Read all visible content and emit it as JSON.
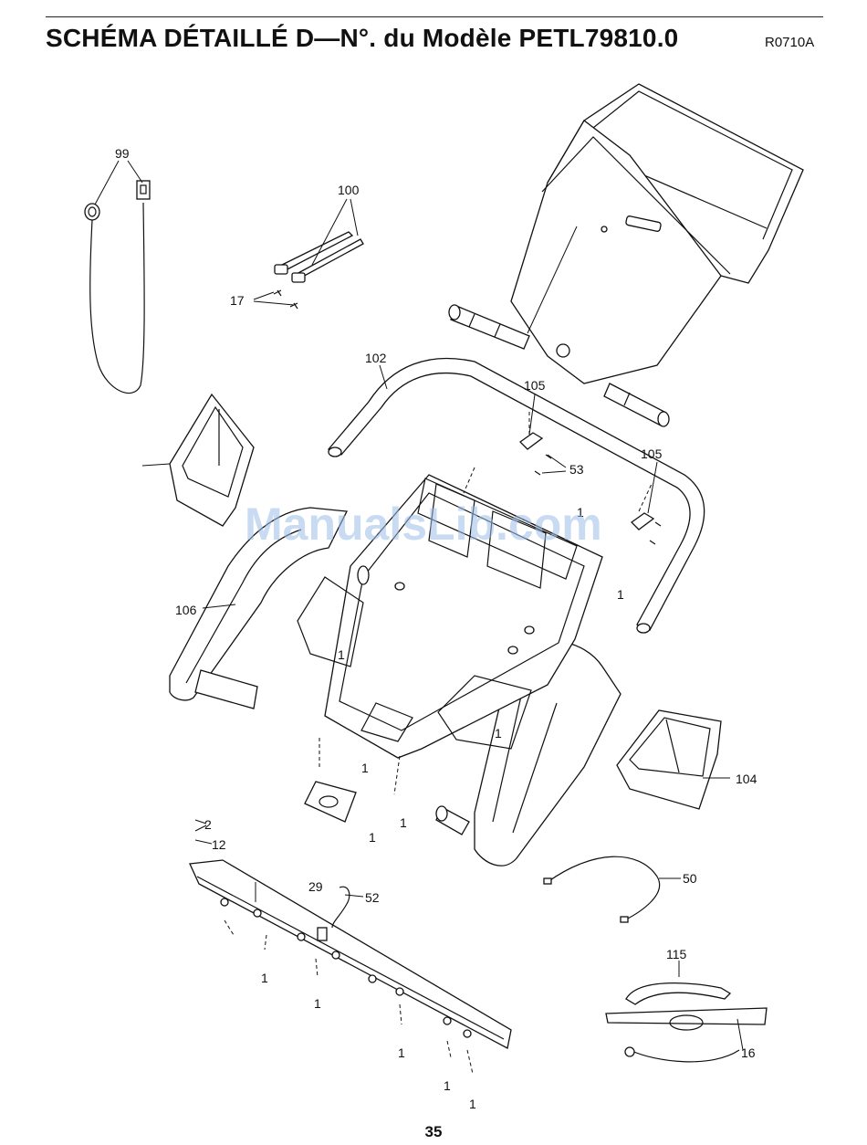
{
  "header": {
    "title": "SCHÉMA DÉTAILLÉ D—N°. du Modèle PETL79810.0",
    "code": "R0710A"
  },
  "watermark": "ManualsLib.com",
  "page_number": "35",
  "callouts": {
    "c99": "99",
    "c100": "100",
    "c17": "17",
    "c102": "102",
    "c105a": "105",
    "c105b": "105",
    "c53": "53",
    "c1a": "1",
    "c106": "106",
    "c1b": "1",
    "c1c": "1",
    "c1d": "1",
    "c1e": "1",
    "c1f": "1",
    "c1g": "1",
    "c104": "104",
    "c2": "2",
    "c12": "12",
    "c29": "29",
    "c52": "52",
    "c50": "50",
    "c1h": "1",
    "c1i": "1",
    "c1j": "1",
    "c1k": "1",
    "c1l": "1",
    "c115": "115",
    "c16": "16"
  }
}
